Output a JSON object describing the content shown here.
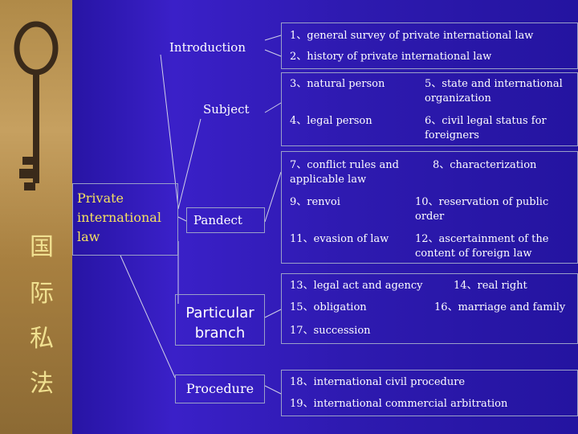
{
  "categories": {
    "introduction": "Introduction",
    "subject": "Subject",
    "pandect": "Pandect",
    "particular": "Particular branch",
    "procedure": "Procedure",
    "root": "Private international law"
  },
  "side_title": [
    "国",
    "际",
    "私",
    "法"
  ],
  "items": {
    "i1": "1、general survey of private international law",
    "i2": "2、history of private international law",
    "i3": "3、natural person",
    "i4": "4、legal person",
    "i5": "5、state and international organization",
    "i6": "6、civil legal status for foreigners",
    "i7": "7、conflict rules and applicable law",
    "i8": "8、characterization",
    "i9": "9、renvoi",
    "i10": "10、reservation of public order",
    "i11": "11、evasion of law",
    "i12": "12、ascertainment of the content of foreign law",
    "i13": "13、legal act and agency",
    "i14": "14、real right",
    "i15": "15、obligation",
    "i16": "16、marriage and family",
    "i17": "17、succession",
    "i18": "18、international civil procedure",
    "i19": "19、international commercial arbitration"
  },
  "colors": {
    "background": "#3a20c8",
    "text": "#ffffff",
    "side_title": "#f0e090",
    "border": "#9aa0c8"
  },
  "icons": {
    "key": "key-icon"
  }
}
